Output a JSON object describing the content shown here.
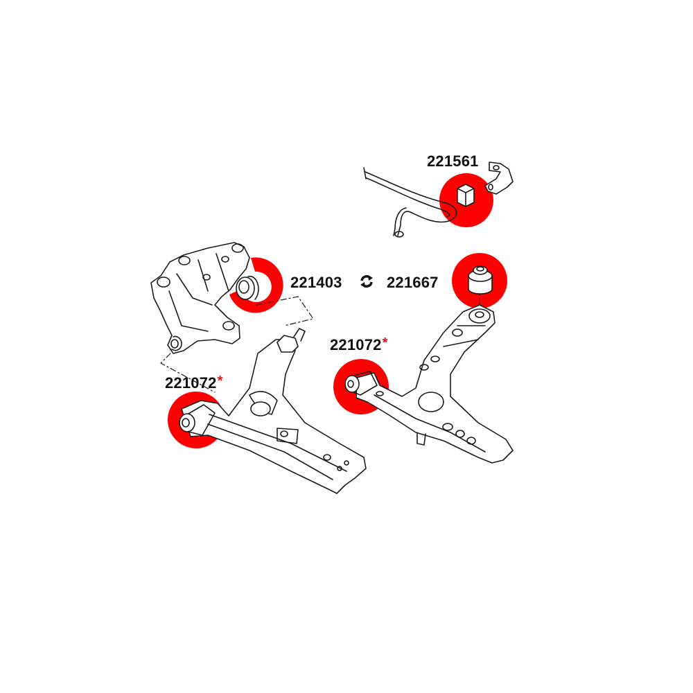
{
  "diagram": {
    "accent_color": "#ff0000",
    "line_color": "#1a1a1a",
    "parts": [
      {
        "id": "sway-bar-bushing",
        "part_number": "221561",
        "asterisk": false
      },
      {
        "id": "rear-control-arm-bushing-a",
        "part_number": "221403",
        "asterisk": false
      },
      {
        "id": "rear-control-arm-bushing-b",
        "part_number": "221667",
        "asterisk": false
      },
      {
        "id": "front-control-arm-bushing-left",
        "part_number": "221072",
        "asterisk": true
      },
      {
        "id": "front-control-arm-bushing-right",
        "part_number": "221072",
        "asterisk": true
      }
    ],
    "asterisk_symbol": "*",
    "swap_icon": "alternative-swap-icon"
  }
}
